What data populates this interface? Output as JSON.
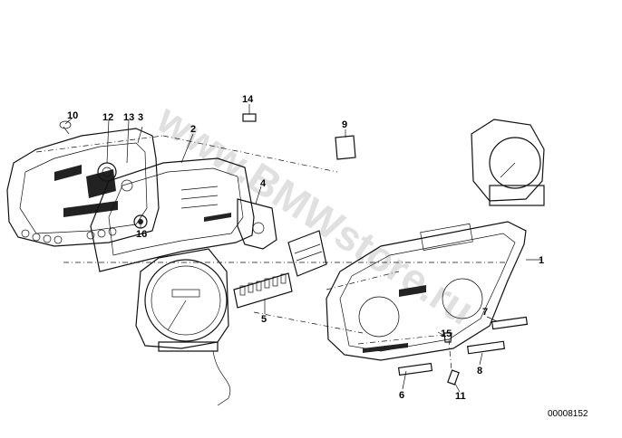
{
  "diagram": {
    "callouts": [
      {
        "id": "1",
        "label": "1"
      },
      {
        "id": "2",
        "label": "2"
      },
      {
        "id": "3",
        "label": "3"
      },
      {
        "id": "4",
        "label": "4"
      },
      {
        "id": "5",
        "label": "5"
      },
      {
        "id": "6",
        "label": "6"
      },
      {
        "id": "7",
        "label": "7"
      },
      {
        "id": "8",
        "label": "8"
      },
      {
        "id": "9",
        "label": "9"
      },
      {
        "id": "10",
        "label": "10"
      },
      {
        "id": "11",
        "label": "11"
      },
      {
        "id": "12",
        "label": "12"
      },
      {
        "id": "13",
        "label": "13"
      },
      {
        "id": "14",
        "label": "14"
      },
      {
        "id": "15",
        "label": "15"
      },
      {
        "id": "16",
        "label": "16"
      }
    ],
    "watermark": "www.BMWstore.ru",
    "reference_number": "00008152"
  }
}
